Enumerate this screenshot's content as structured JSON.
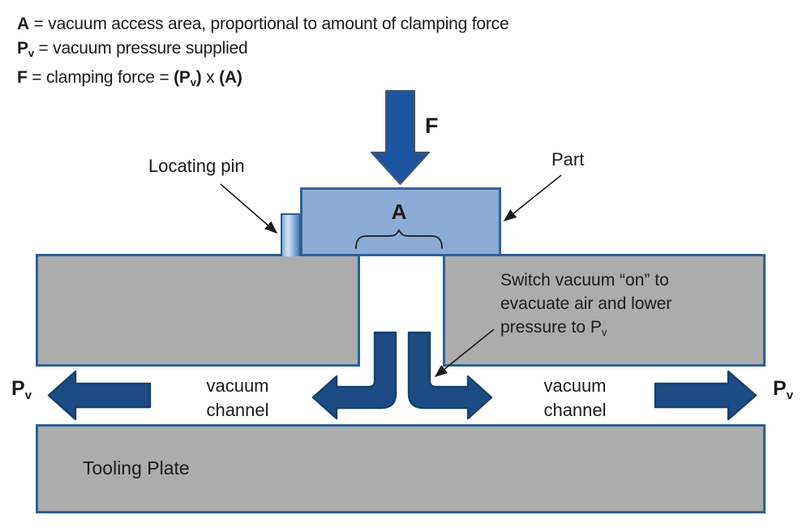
{
  "title": "Vacuum clamping force diagram",
  "formulas": {
    "line1": {
      "lead": "A",
      "rest": " = vacuum access area, proportional to amount of clamping force"
    },
    "line2": {
      "lead": "P",
      "lead_sub": "v",
      "rest": " = vacuum pressure supplied"
    },
    "line3": {
      "lead": "F",
      "mid": " = clamping force = ",
      "p_open": "(P",
      "p_sub": "v",
      "p_close": ")",
      "times": " x ",
      "a_term": "(A)"
    }
  },
  "labels": {
    "force": "F",
    "area": "A",
    "part": "Part",
    "locating_pin": "Locating pin",
    "vacuum_channel": [
      "vacuum",
      "channel"
    ],
    "pv_base": "P",
    "pv_sub": "v",
    "tooling_plate": "Tooling Plate"
  },
  "annotation": {
    "line1": "Switch vacuum “on” to",
    "line2": "evacuate air and lower",
    "line3_pre": "pressure to ",
    "pv_base": "P",
    "pv_sub": "v"
  },
  "colors": {
    "arrow_blue": "#1B4B82",
    "arrow_blue_dark": "#16406E",
    "f_arrow_blue": "#1E55A0",
    "f_arrow_stroke": "#44546A",
    "part_fill": "#8BACD6",
    "part_border": "#35629B",
    "pin_border": "#2F5E8F",
    "plate_fill": "#ACACAC",
    "plate_border": "#2E5F94",
    "text": "#1B1B1B"
  }
}
